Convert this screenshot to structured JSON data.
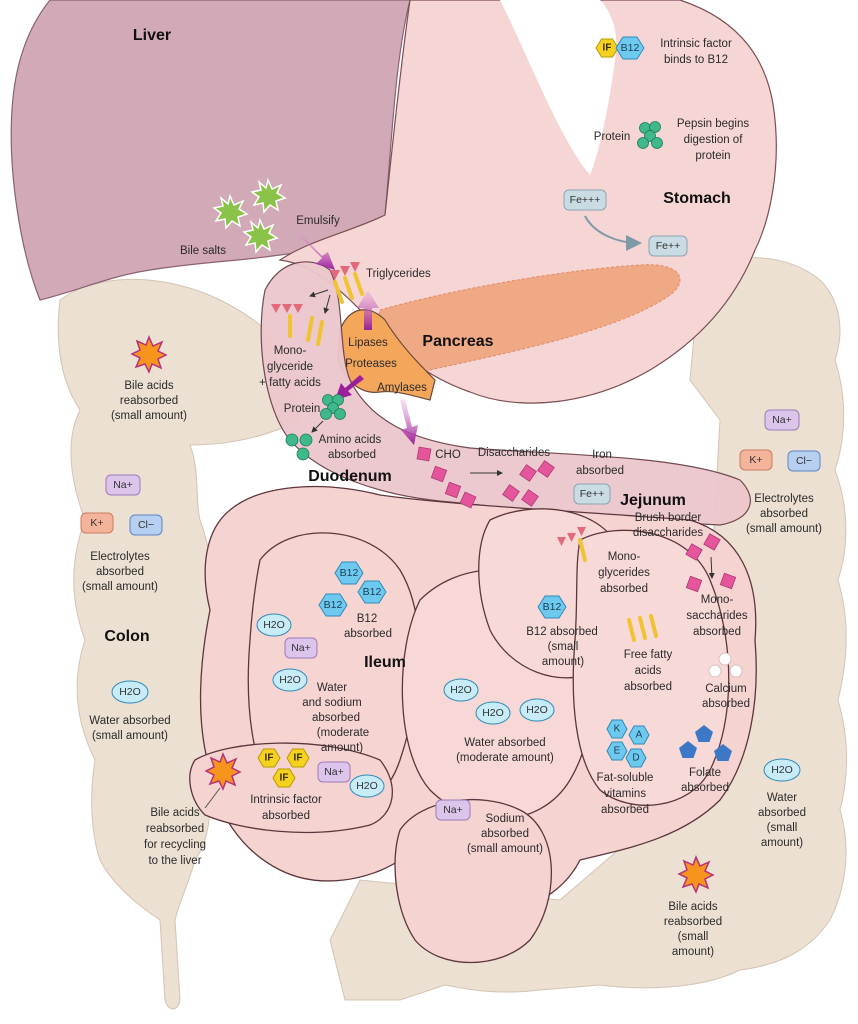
{
  "organs": {
    "liver": "Liver",
    "stomach": "Stomach",
    "pancreas": "Pancreas",
    "duodenum": "Duodenum",
    "jejunum": "Jejunum",
    "ileum": "Ileum",
    "colon": "Colon"
  },
  "symbols": {
    "if": "IF",
    "b12": "B12",
    "h2o": "H2O",
    "na": "Na+",
    "k": "K+",
    "cl": "Cl−",
    "fe3": "Fe+++",
    "fe2": "Fe++",
    "vit_k": "K",
    "vit_a": "A",
    "vit_e": "E",
    "vit_d": "D"
  },
  "stomach": {
    "intrinsic_factor": [
      "Intrinsic factor",
      "binds to B12"
    ],
    "protein": "Protein",
    "pepsin": [
      "Pepsin begins",
      "digestion of",
      "protein"
    ]
  },
  "liver": {
    "bile_salts": "Bile salts",
    "emulsify": "Emulsify"
  },
  "duodenum": {
    "triglycerides": "Triglycerides",
    "monoglyceride": [
      "Mono-",
      "glyceride",
      "+ fatty acids"
    ],
    "lipases": "Lipases",
    "proteases": "Proteases",
    "amylases": "Amylases",
    "protein": "Protein",
    "amino_acids": [
      "Amino acids",
      "absorbed"
    ],
    "cho": "CHO",
    "disaccharides": "Disaccharides",
    "iron": [
      "Iron",
      "absorbed"
    ]
  },
  "jejunum": {
    "brush_border": [
      "Brush border",
      "disaccharides"
    ],
    "monoglycerides": [
      "Mono-",
      "glycerides",
      "absorbed"
    ],
    "monosaccharides": [
      "Mono-",
      "saccharides",
      "absorbed"
    ],
    "b12_small": [
      "B12 absorbed",
      "(small",
      "amount)"
    ],
    "free_fatty": [
      "Free fatty",
      "acids",
      "absorbed"
    ],
    "calcium": [
      "Calcium",
      "absorbed"
    ],
    "fat_soluble": [
      "Fat-soluble",
      "vitamins",
      "absorbed"
    ],
    "folate": [
      "Folate",
      "absorbed"
    ]
  },
  "ileum": {
    "b12": [
      "B12",
      "absorbed"
    ],
    "water_sodium": [
      "Water",
      "and sodium",
      "absorbed",
      "(moderate",
      "amount)"
    ],
    "water_moderate": [
      "Water absorbed",
      "(moderate amount)"
    ],
    "intrinsic_factor": [
      "Intrinsic factor",
      "absorbed"
    ],
    "sodium_small": [
      "Sodium",
      "absorbed",
      "(small amount)"
    ]
  },
  "colon": {
    "bile_acids_upper": [
      "Bile acids",
      "reabsorbed",
      "(small amount)"
    ],
    "electrolytes_left": [
      "Electrolytes",
      "absorbed",
      "(small amount)"
    ],
    "water_left": [
      "Water absorbed",
      "(small amount)"
    ],
    "bile_recycle": [
      "Bile acids",
      "reabsorbed",
      "for recycling",
      "to the liver"
    ],
    "electrolytes_right": [
      "Electrolytes",
      "absorbed",
      "(small amount)"
    ],
    "water_right": [
      "Water",
      "absorbed",
      "(small",
      "amount)"
    ],
    "bile_acids_lower": [
      "Bile acids",
      "reabsorbed",
      "(small",
      "amount)"
    ]
  },
  "colors": {
    "liver": "#d2a9b6",
    "stomach": "#f6d6d4",
    "intestine": "#f5d3d1",
    "colon": "#ece0d2",
    "pancreas": "#f0a985",
    "pancreas_head": "#f4a65a",
    "arrow": "#9b1f9b",
    "hex_blue": "#6ec9ef",
    "if_yellow": "#f5d21f",
    "water": "#c7ecf8",
    "sodium": "#dcc4ea",
    "potassium": "#f4b49c",
    "chloride": "#b7cff0",
    "iron": "#c9dbe3",
    "protein_green": "#3fb88c",
    "sugar_pink": "#e4559b",
    "fat_yellow": "#f1c232",
    "tri_red": "#e36a7a",
    "bile_green": "#8bc34a",
    "bile_acid_orange": "#f7941d",
    "folate_blue": "#3c78c6"
  }
}
